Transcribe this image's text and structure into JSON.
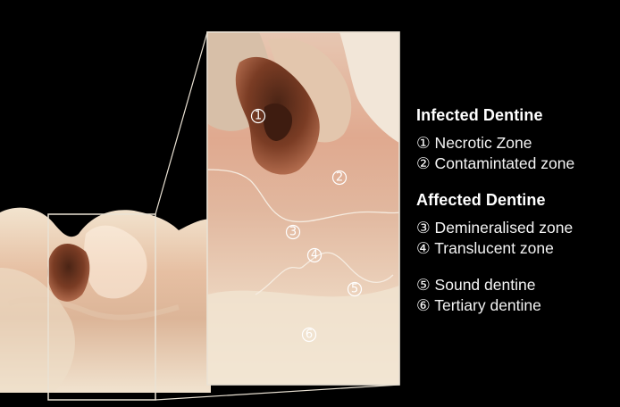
{
  "image_alt": "Tooth cross-section showing dentine zones",
  "markers": [
    "①",
    "②",
    "③",
    "④",
    "⑤",
    "⑥"
  ],
  "legend": {
    "infected_heading": "Infected Dentine",
    "necrotic_zone": "① Necrotic Zone",
    "contaminated_zone": "② Contamintated zone",
    "affected_heading": "Affected Dentine",
    "demineralised_zone": "③ Demineralised zone",
    "translucent_zone": "④ Translucent zone",
    "sound_dentine": "⑤ Sound dentine",
    "tertiary_dentine": "⑥ Tertiary dentine"
  },
  "colors": {
    "background": "#000000",
    "text": "#ffffff",
    "frame": "#eae2d4",
    "dentine": "#e8b89c",
    "enamel": "#f4e8d6",
    "caries": "#6a3722"
  }
}
